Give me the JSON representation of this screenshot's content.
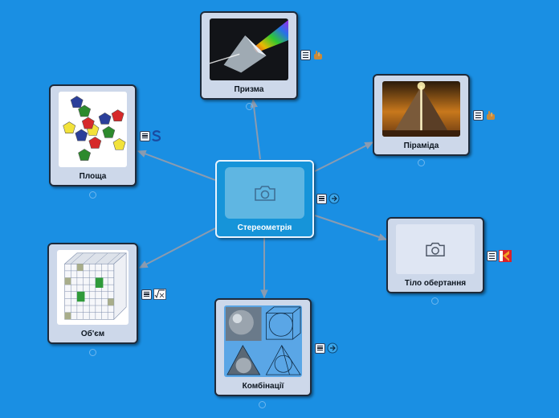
{
  "mindmap": {
    "central": {
      "label": "Стереометрія",
      "image": "camera-placeholder-icon",
      "link_icon": "link-icon"
    },
    "topics": [
      {
        "id": "prism",
        "label": "Призма",
        "image": "prism-rainbow-photo",
        "link_icon": "hand-pointer-icon"
      },
      {
        "id": "pyramid",
        "label": "Піраміда",
        "image": "glowing-pyramid-photo",
        "link_icon": "hand-pointer-icon"
      },
      {
        "id": "area",
        "label": "Площа",
        "image": "pentagon-net-image",
        "link_icon": "s-logo-icon"
      },
      {
        "id": "volume",
        "label": "Об'єм",
        "image": "cube-grid-image",
        "link_icon": "formula-icon"
      },
      {
        "id": "combos",
        "label": "Комбінації",
        "image": "sphere-in-polyhedra-image",
        "link_icon": "link-icon"
      },
      {
        "id": "solids",
        "label": "Тіло обертання",
        "image": "camera-placeholder-icon",
        "link_icon": "k-logo-icon"
      }
    ]
  },
  "colors": {
    "background": "#1a8fe3",
    "node_fill": "#cdd8ea",
    "node_border": "#1e2a3a",
    "central_fill": "#1694d9",
    "connector": "#8a9bb0"
  }
}
